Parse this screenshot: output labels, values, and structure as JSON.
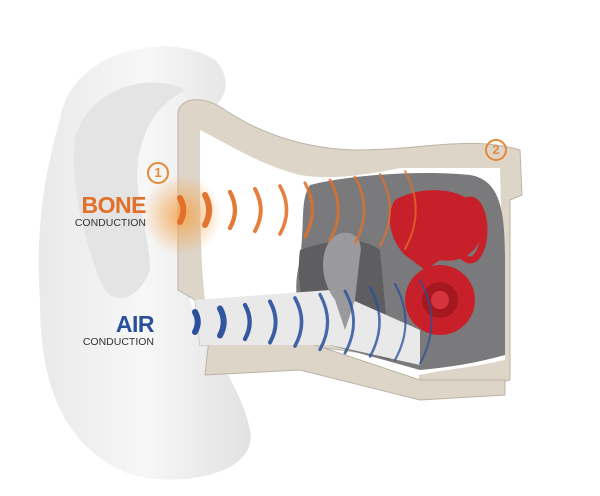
{
  "labels": {
    "bone": {
      "title": "BONE",
      "subtitle": "CONDUCTION",
      "marker": "1"
    },
    "air": {
      "title": "AIR",
      "subtitle": "CONDUCTION"
    },
    "skull_marker": "2"
  },
  "colors": {
    "bone": "#e2702a",
    "air": "#2a4f9c",
    "cochlea": "#c8202a",
    "bone_tissue": "#ddd5c8",
    "marker": "#e58a3a"
  }
}
